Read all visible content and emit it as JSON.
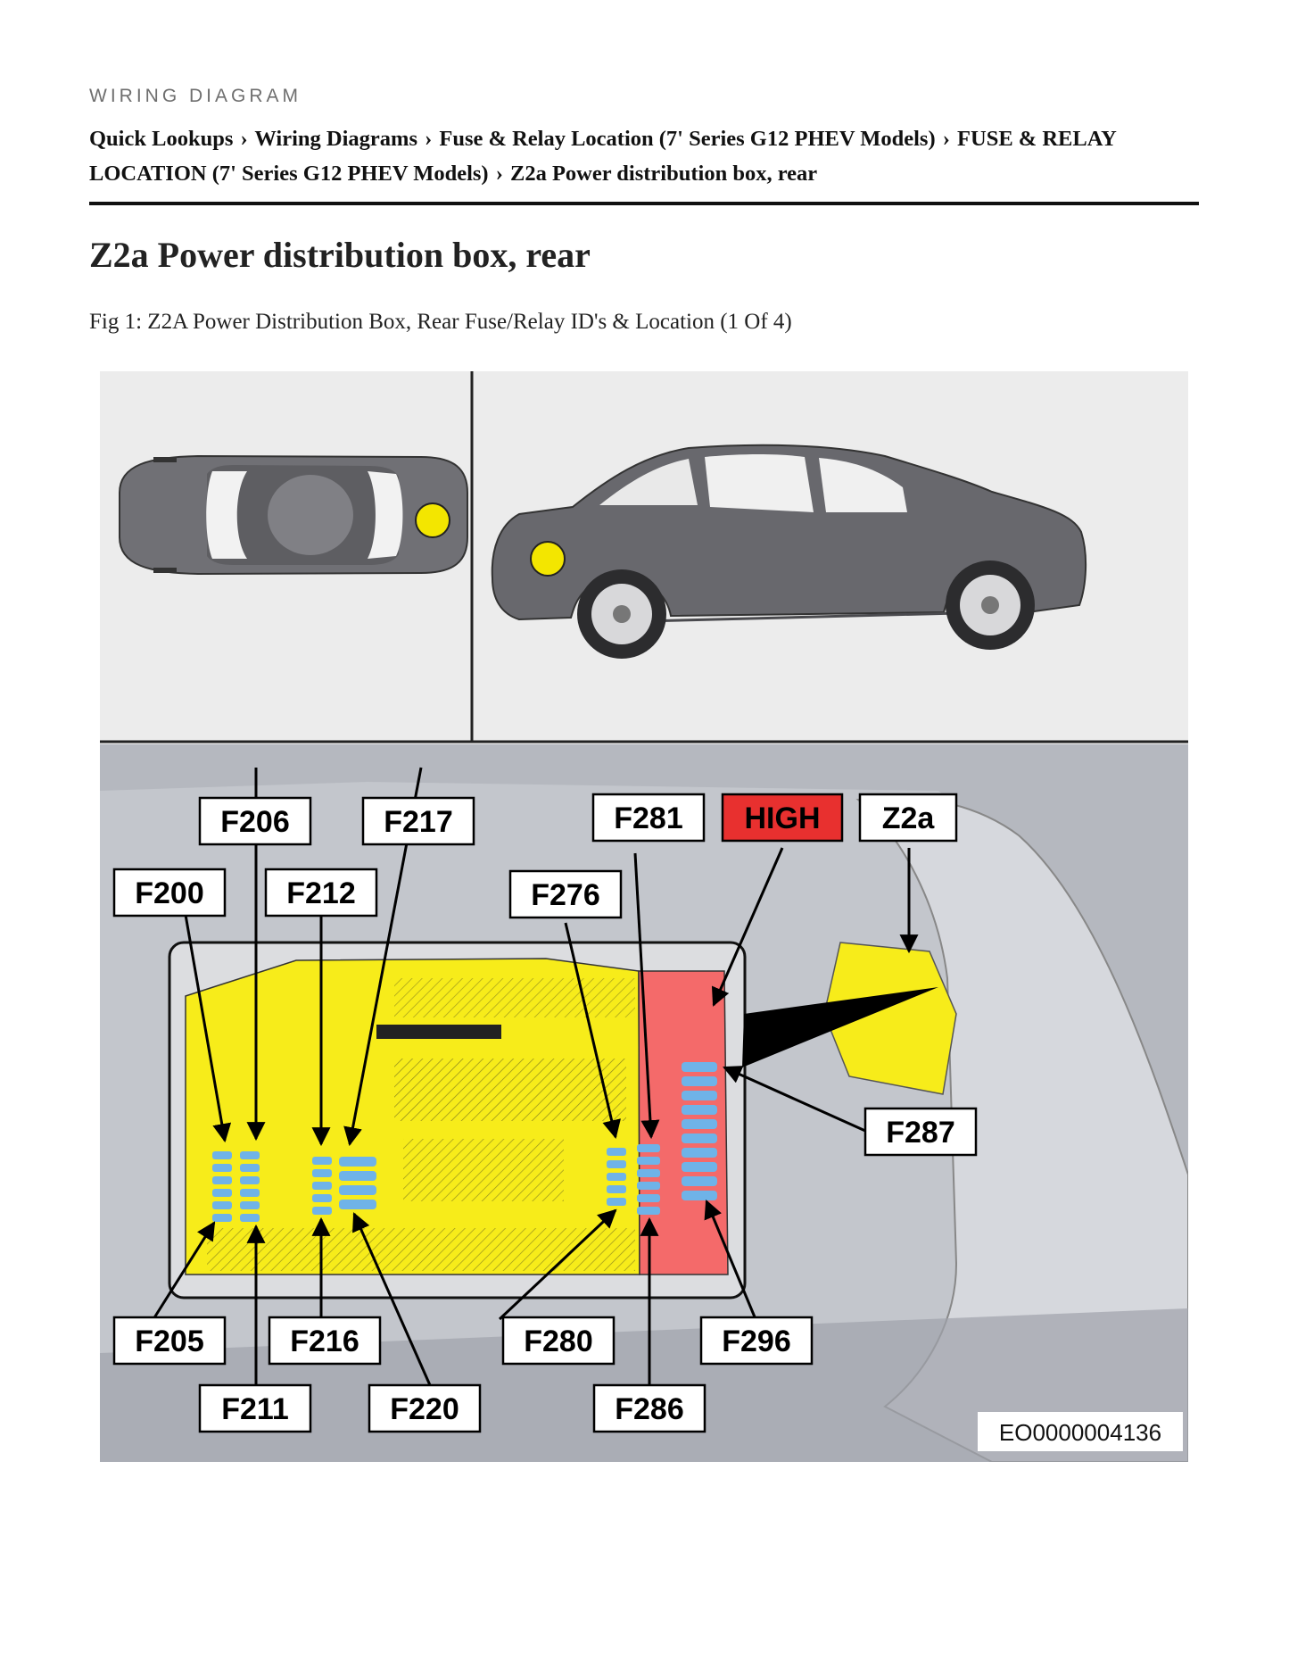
{
  "header": {
    "section_label": "WIRING DIAGRAM"
  },
  "breadcrumb": [
    "Quick Lookups",
    "Wiring Diagrams",
    "Fuse & Relay Location (7' Series G12 PHEV Models)",
    "FUSE & RELAY LOCATION (7' Series G12 PHEV Models)",
    "Z2a Power distribution box, rear"
  ],
  "breadcrumb_separator": "›",
  "title": "Z2a Power distribution box, rear",
  "caption": "Fig 1: Z2A Power Distribution Box, Rear Fuse/Relay ID's & Location (1 Of 4)",
  "figure": {
    "labels": {
      "f206": "F206",
      "f217": "F217",
      "f281": "F281",
      "high": "HIGH",
      "z2a": "Z2a",
      "f200": "F200",
      "f212": "F212",
      "f276": "F276",
      "f287": "F287",
      "f205": "F205",
      "f216": "F216",
      "f280": "F280",
      "f296": "F296",
      "f211": "F211",
      "f220": "F220",
      "f286": "F286"
    },
    "image_code": "EO0000004136",
    "colors": {
      "fuse_box": "#f7ec1a",
      "high_voltage": "#f46a6a",
      "fuse": "#6fb3e8",
      "marker": "#f3e600",
      "car_body": "#6d6d72",
      "background": "#e8e8e8"
    }
  }
}
